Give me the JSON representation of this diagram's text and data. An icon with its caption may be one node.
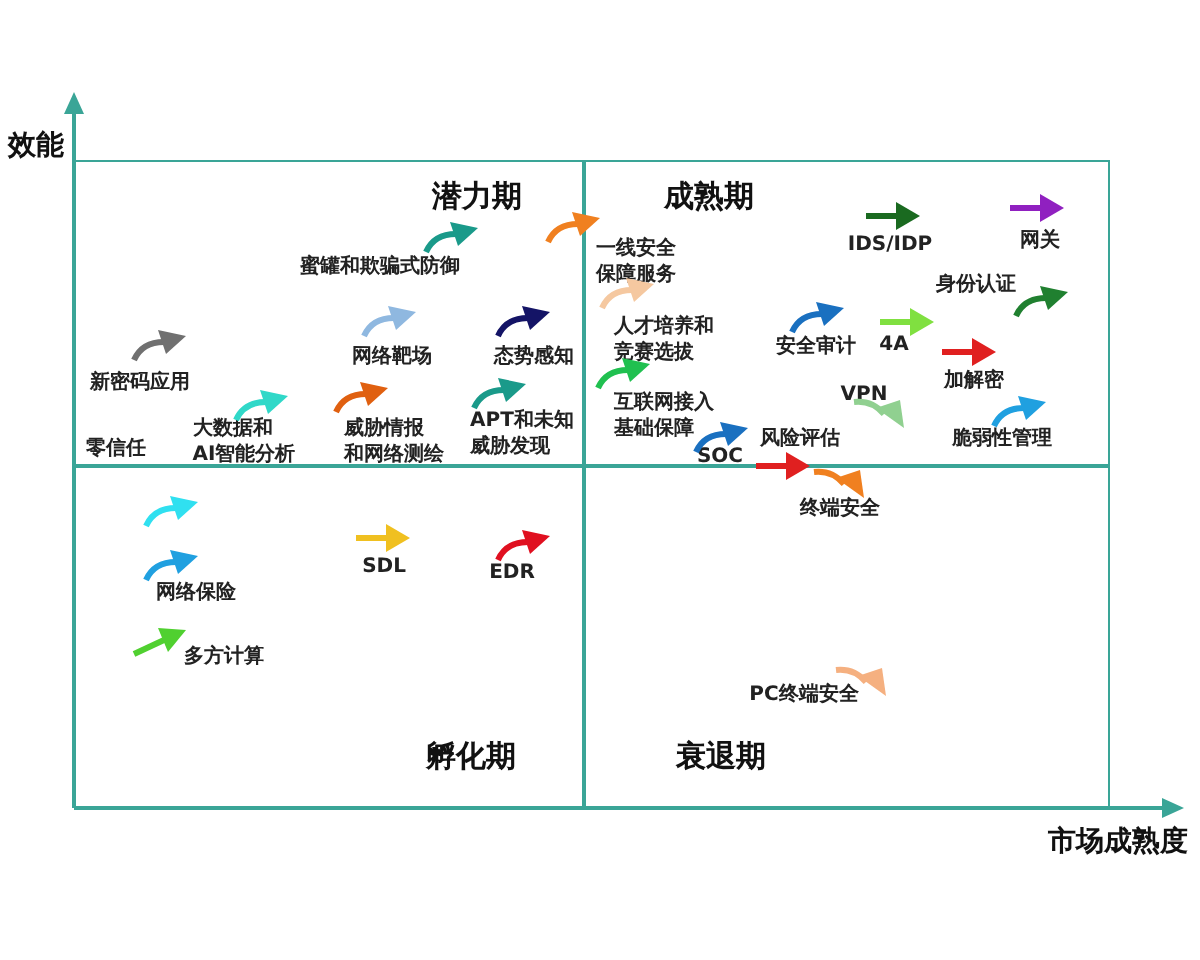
{
  "diagram": {
    "nodes": [
      {
        "text": [
          "潜力期"
        ]
      },
      {
        "text": [
          "成熟期"
        ]
      },
      {
        "text": [
          "孵化期"
        ]
      },
      {
        "text": [
          "衰退期"
        ]
      }
    ],
    "labels": [
      "效能",
      "网关",
      "IDS/IDP",
      "一线安全保障服务",
      "蜜罐和欺骗式防御",
      "身份认证",
      "人才培养和竞赛选拔",
      "安全审计",
      "4A",
      "网络靶场",
      "态势感知",
      "新密码应用",
      "加解密",
      "VPN",
      "互联网接入基础保障",
      "APT和未知威胁发现",
      "脆弱性管理",
      "风险评估",
      "大数据和AI智能分析",
      "威胁情报和网络测绘",
      "零信任",
      "SOC",
      "终端安全",
      "SDL",
      "EDR",
      "网络保险",
      "多方计算",
      "PC终端安全",
      "市场成熟度"
    ]
  }
}
